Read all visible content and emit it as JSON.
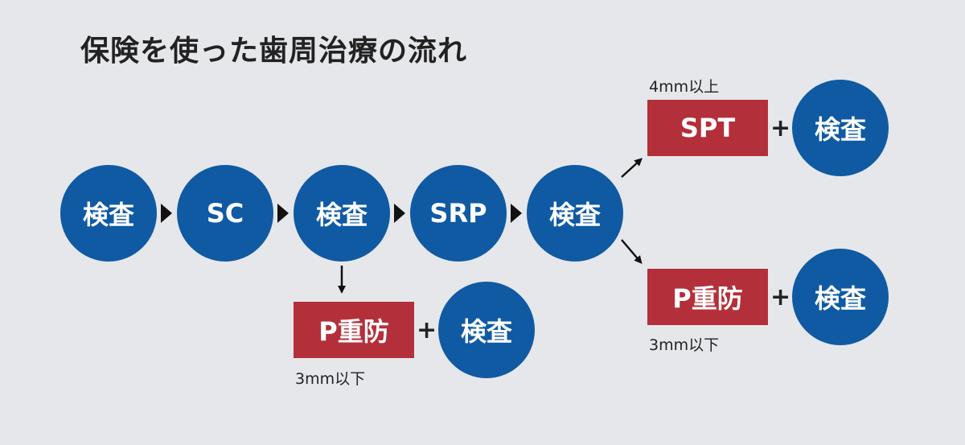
{
  "title": "保険を使った歯周治療の流れ",
  "flow": [
    "検査",
    "SC",
    "検査",
    "SRP",
    "検査"
  ],
  "branch_bottom": {
    "box": "P重防",
    "plus": "+",
    "circle": "検査",
    "note": "3mm以下"
  },
  "branch_upper": {
    "box": "SPT",
    "plus": "+",
    "circle": "検査",
    "note": "4mm以上"
  },
  "branch_lower": {
    "box": "P重防",
    "plus": "+",
    "circle": "検査",
    "note": "3mm以下"
  },
  "colors": {
    "circle": "#0f5aa3",
    "box": "#b3303a",
    "background": "#e6e7eb"
  }
}
